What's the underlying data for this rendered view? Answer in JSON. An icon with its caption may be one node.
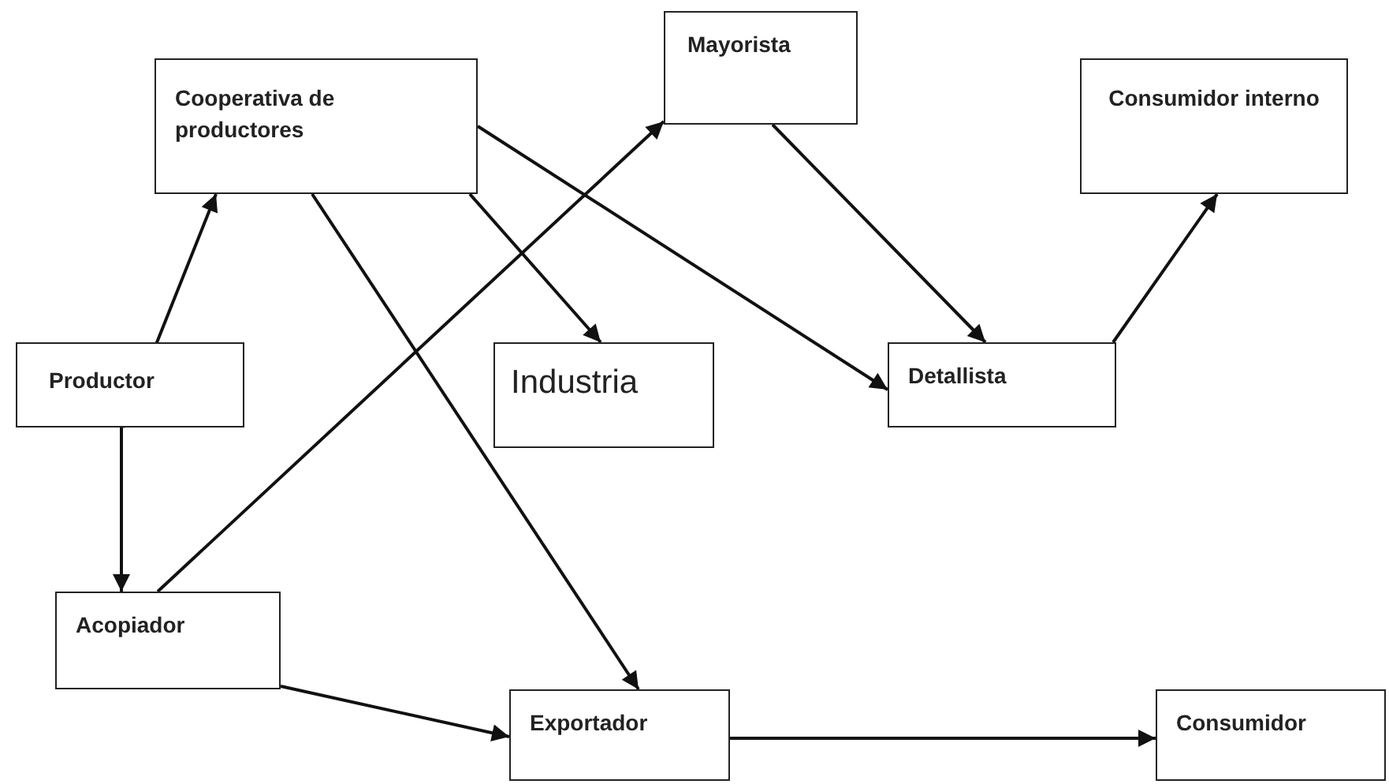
{
  "diagram": {
    "nodes": [
      {
        "text": [
          "Cooperativa de productores"
        ]
      },
      {
        "text": [
          "Mayorista"
        ]
      },
      {
        "text": [
          "Consumidor interno"
        ]
      },
      {
        "text": [
          "Productor"
        ]
      },
      {
        "text": [
          "Industria"
        ]
      },
      {
        "text": [
          "Detallista"
        ]
      },
      {
        "text": [
          "Acopiador"
        ]
      },
      {
        "text": [
          "Exportador"
        ]
      },
      {
        "text": [
          "Consumidor"
        ]
      }
    ],
    "edges": [
      {
        "from": 3,
        "to": 0,
        "arrow": "to"
      },
      {
        "from": 3,
        "to": 6,
        "arrow": "to"
      },
      {
        "from": 6,
        "to": 1,
        "arrow": "to"
      },
      {
        "from": 0,
        "to": 4,
        "arrow": "to"
      },
      {
        "from": 0,
        "to": 5,
        "arrow": "to"
      },
      {
        "from": 0,
        "to": 7,
        "arrow": "to"
      },
      {
        "from": 1,
        "to": 5,
        "arrow": "to"
      },
      {
        "from": 5,
        "to": 2,
        "arrow": "to"
      },
      {
        "from": 6,
        "to": 7,
        "arrow": "to"
      },
      {
        "from": 7,
        "to": 8,
        "arrow": "to"
      }
    ]
  }
}
